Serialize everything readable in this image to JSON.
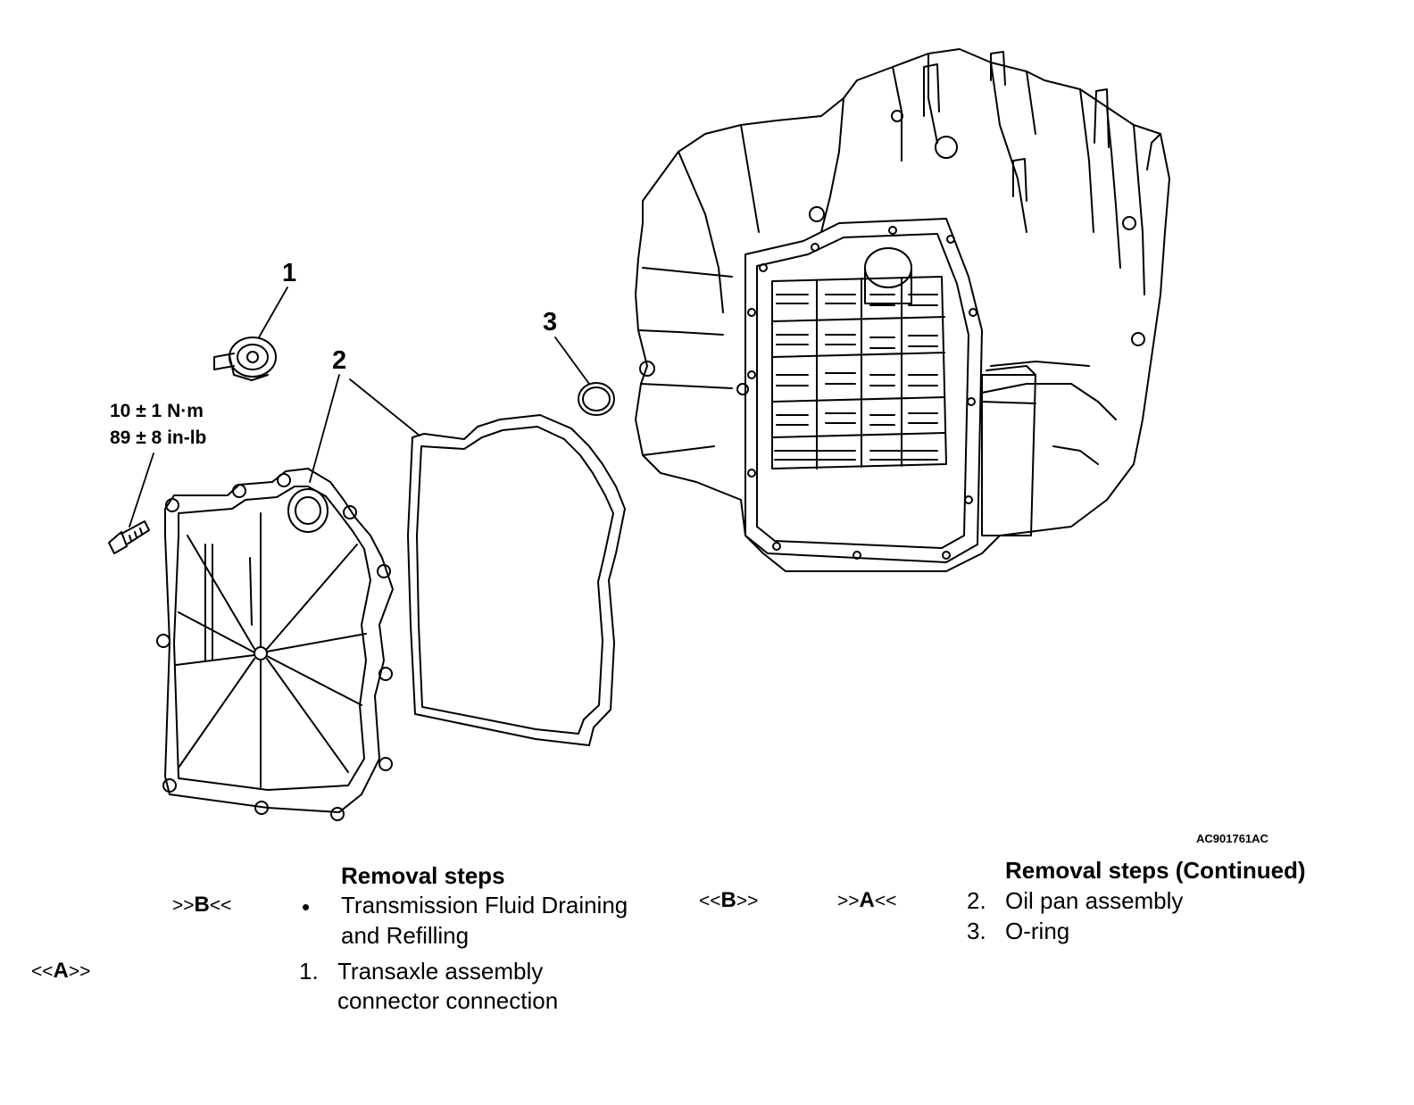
{
  "callouts": {
    "c1": "1",
    "c2": "2",
    "c3": "3"
  },
  "torque": {
    "line1": "10 ± 1 N·m",
    "line2": "89 ± 8 in-lb"
  },
  "figure_code": "AC901761AC",
  "left_column": {
    "header": "Removal steps",
    "row1": {
      "mark_pre": ">>",
      "mark_letter": "B",
      "mark_post": "<<",
      "bullet": "•",
      "text_l1": "Transmission Fluid Draining",
      "text_l2": "and Refilling"
    },
    "row2": {
      "mark_pre": "<<",
      "mark_letter": "A",
      "mark_post": ">>",
      "num": "1.",
      "text_l1": "Transaxle assembly",
      "text_l2": "connector connection"
    }
  },
  "right_column": {
    "header": "Removal steps (Continued)",
    "row1": {
      "mark1_pre": "<<",
      "mark1_letter": "B",
      "mark1_post": ">>",
      "mark2_pre": ">>",
      "mark2_letter": "A",
      "mark2_post": "<<",
      "num": "2.",
      "text": "Oil pan assembly"
    },
    "row2": {
      "num": "3.",
      "text": "O-ring"
    }
  }
}
